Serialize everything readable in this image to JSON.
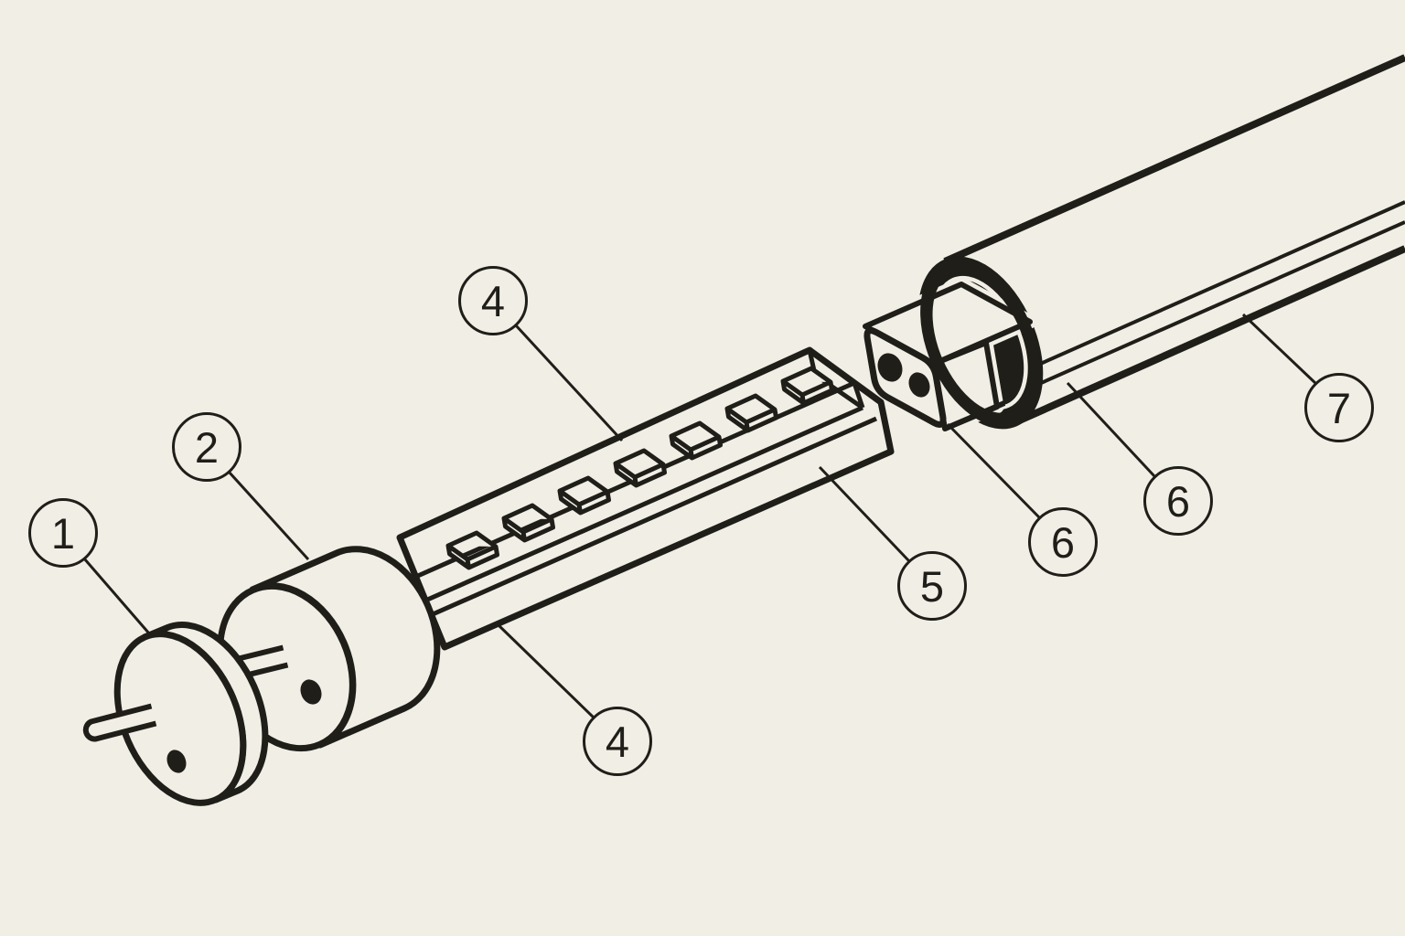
{
  "figure": {
    "kind": "exploded-parts-line-diagram",
    "background_color": "#f1eee5",
    "line_color": "#1f1e19",
    "led_chip_count": 7,
    "connector_pin_hole_count": 2,
    "callouts": [
      {
        "label": "1"
      },
      {
        "label": "2"
      },
      {
        "label": "4"
      },
      {
        "label": "4"
      },
      {
        "label": "5"
      },
      {
        "label": "6"
      },
      {
        "label": "6"
      },
      {
        "label": "7"
      }
    ]
  }
}
